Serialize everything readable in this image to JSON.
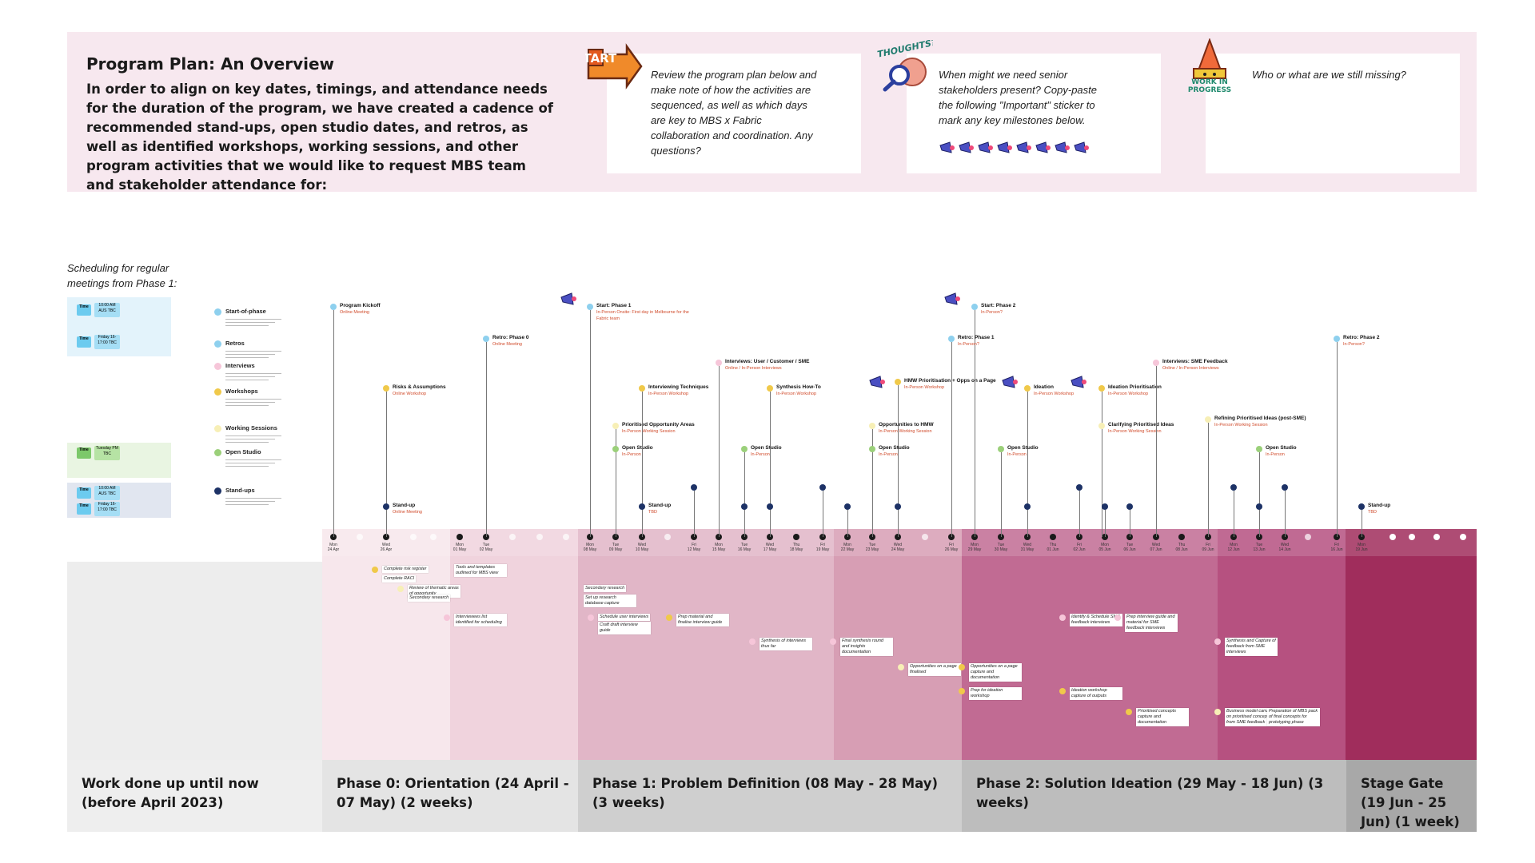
{
  "header": {
    "title": "Program Plan: An Overview",
    "intro": "In order to align on key dates, timings, and attendance needs for the duration of the program, we have created a cadence of recommended stand-ups, open studio dates, and retros, as well as identified workshops, working sessions, and other program activities that we would like to request MBS team and stakeholder attendance for:",
    "cards": [
      {
        "sticker": "start-sticker",
        "text": "Review the program plan below and make note of how the activities are sequenced, as well as which days are key to MBS x Fabric collaboration and coordination. Any questions?"
      },
      {
        "sticker": "thoughts-sticker",
        "text": "When might we need senior stakeholders present? Copy-paste the following \"Important\" sticker to mark any key milestones below."
      },
      {
        "sticker": "work-in-progress-sticker",
        "text": "Who or what are we still missing?"
      }
    ],
    "sticker_words": {
      "start": "START",
      "thoughts": "THOUGHTS?",
      "wip": "WORK IN PROGRESS"
    }
  },
  "scheduling_note": "Scheduling for regular meetings from Phase 1:",
  "legend": {
    "items": [
      {
        "label": "Start-of-phase",
        "color": "#8ed0ee"
      },
      {
        "label": "Retros",
        "color": "#8ed0ee"
      },
      {
        "label": "Interviews",
        "color": "#f6c6d9"
      },
      {
        "label": "Workshops",
        "color": "#f0c94a"
      },
      {
        "label": "Working Sessions",
        "color": "#f7efb6"
      },
      {
        "label": "Open Studio",
        "color": "#9bd07a"
      },
      {
        "label": "Stand-ups",
        "color": "#1d3266"
      }
    ],
    "chips": [
      {
        "label": "Time",
        "value": "10:00 AM AUS TBC"
      },
      {
        "label": "Time",
        "value": "Friday 16-17:00 TBC"
      },
      {
        "label": "Time",
        "value": "Tuesday PM TBC"
      },
      {
        "label": "Time",
        "value": "10:00 AM AUS TBC"
      },
      {
        "label": "Time",
        "value": "Friday 16-17:00 TBC"
      }
    ]
  },
  "timeline": {
    "days": [
      {
        "d": "Mon",
        "n": "24 Apr"
      },
      {
        "d": "Wed",
        "n": "26 Apr"
      },
      {
        "d": "Mon",
        "n": "01 May"
      },
      {
        "d": "Tue",
        "n": "02 May"
      },
      {
        "d": "Mon",
        "n": "08 May"
      },
      {
        "d": "Tue",
        "n": "09 May"
      },
      {
        "d": "Wed",
        "n": "10 May"
      },
      {
        "d": "Fri",
        "n": "12 May"
      },
      {
        "d": "Mon",
        "n": "15 May"
      },
      {
        "d": "Tue",
        "n": "16 May"
      },
      {
        "d": "Wed",
        "n": "17 May"
      },
      {
        "d": "Thu",
        "n": "18 May"
      },
      {
        "d": "Fri",
        "n": "19 May"
      },
      {
        "d": "Mon",
        "n": "22 May"
      },
      {
        "d": "Tue",
        "n": "23 May"
      },
      {
        "d": "Wed",
        "n": "24 May"
      },
      {
        "d": "Fri",
        "n": "26 May"
      },
      {
        "d": "Mon",
        "n": "29 May"
      },
      {
        "d": "Tue",
        "n": "30 May"
      },
      {
        "d": "Wed",
        "n": "31 May"
      },
      {
        "d": "Thu",
        "n": "01 Jun"
      },
      {
        "d": "Fri",
        "n": "02 Jun"
      },
      {
        "d": "Mon",
        "n": "05 Jun"
      },
      {
        "d": "Tue",
        "n": "06 Jun"
      },
      {
        "d": "Wed",
        "n": "07 Jun"
      },
      {
        "d": "Thu",
        "n": "08 Jun"
      },
      {
        "d": "Fri",
        "n": "09 Jun"
      },
      {
        "d": "Mon",
        "n": "12 Jun"
      },
      {
        "d": "Tue",
        "n": "13 Jun"
      },
      {
        "d": "Wed",
        "n": "14 Jun"
      },
      {
        "d": "Fri",
        "n": "16 Jun"
      },
      {
        "d": "Mon",
        "n": "19 Jun"
      }
    ],
    "activities": [
      {
        "t": "Program Kickoff",
        "s": "Online Meeting",
        "c": "#8ed0ee"
      },
      {
        "t": "Risks & Assumptions",
        "s": "Online Workshop",
        "c": "#f0c94a"
      },
      {
        "t": "Stand-up",
        "s": "Online Meeting",
        "c": "#1d3266"
      },
      {
        "t": "Retro: Phase 0",
        "s": "Online Meeting",
        "c": "#8ed0ee"
      },
      {
        "t": "Start: Phase 1",
        "s": "In-Person Onsite: First day in Melbourne for the Fabric team",
        "c": "#8ed0ee"
      },
      {
        "t": "Prioritised Opportunity Areas",
        "s": "In-Person Working Session",
        "c": "#f7efb6"
      },
      {
        "t": "Open Studio",
        "s": "In-Person",
        "c": "#9bd07a"
      },
      {
        "t": "Interviewing Techniques",
        "s": "In-Person Workshop",
        "c": "#f0c94a"
      },
      {
        "t": "Stand-up",
        "s": "TBD",
        "c": "#1d3266"
      },
      {
        "t": "Interviews: User / Customer / SME",
        "s": "Online / In-Person Interviews",
        "c": "#f6c6d9"
      },
      {
        "t": "Open Studio",
        "s": "In-Person",
        "c": "#9bd07a"
      },
      {
        "t": "Synthesis How-To",
        "s": "In-Person Workshop",
        "c": "#f0c94a"
      },
      {
        "t": "HMW Prioritisation + Opps on a Page",
        "s": "In-Person Workshop",
        "c": "#f0c94a"
      },
      {
        "t": "Opportunities to HMW",
        "s": "In-Person Working Session",
        "c": "#f7efb6"
      },
      {
        "t": "Open Studio",
        "s": "In-Person",
        "c": "#9bd07a"
      },
      {
        "t": "Start: Phase 2",
        "s": "In-Person?",
        "c": "#8ed0ee"
      },
      {
        "t": "Retro: Phase 1",
        "s": "In-Person?",
        "c": "#8ed0ee"
      },
      {
        "t": "Ideation",
        "s": "In-Person Workshop",
        "c": "#f0c94a"
      },
      {
        "t": "Open Studio",
        "s": "In-Person",
        "c": "#9bd07a"
      },
      {
        "t": "Ideation Prioritisation",
        "s": "In-Person Workshop",
        "c": "#f0c94a"
      },
      {
        "t": "Clarifying Prioritised Ideas",
        "s": "In-Person Working Session",
        "c": "#f7efb6"
      },
      {
        "t": "Interviews: SME Feedback",
        "s": "Online / In-Person Interviews",
        "c": "#f6c6d9"
      },
      {
        "t": "Refining Prioritised Ideas (post-SME)",
        "s": "In-Person Working Session",
        "c": "#f7efb6"
      },
      {
        "t": "Open Studio",
        "s": "In-Person",
        "c": "#9bd07a"
      },
      {
        "t": "Retro: Phase 2",
        "s": "In-Person?",
        "c": "#8ed0ee"
      },
      {
        "t": "Stand-up",
        "s": "TBD",
        "c": "#1d3266"
      }
    ],
    "notes": [
      "Complete risk register",
      "Complete RACI",
      "Tools and templates outlined for MBS view",
      "Review of thematic areas of opportunity",
      "Secondary research",
      "Interviewees list identified for scheduling",
      "Secondary research",
      "Set up research database capture",
      "Schedule user interviews",
      "Craft draft interview guide",
      "Prep material and finalise interview guide",
      "Synthesis of interviews thus far",
      "Final synthesis round and insights documentation",
      "Opportunities on a page finalised",
      "Opportunities on a page capture and documentation",
      "Prep for ideation workshop",
      "Identify & Schedule SME feedback interviews",
      "Prep interview guide and material for SME feedback interviews",
      "Ideation workshop capture of outputs",
      "Prioritised concepts capture and documentation",
      "Synthesis and Capture of feedback from SME interviews",
      "Business model canvas on prioritised concepts from SME feedback",
      "Preparation of MBS pack of final concepts for prototyping phase"
    ]
  },
  "phases": [
    {
      "label": "Work done up until now (before April 2023)",
      "bg": "#eeeeee",
      "fill": "#eeeeee"
    },
    {
      "label": "Phase 0: Orientation (24 April - 07 May) (2 weeks)",
      "bg": "#e4e4e4",
      "fill": "#f0d3dd"
    },
    {
      "label": "Phase 1: Problem Definition (08 May - 28 May) (3 weeks)",
      "bg": "#cfcfcf",
      "fill": "#d79eb4"
    },
    {
      "label": "Phase 2: Solution Ideation (29 May - 18 Jun) (3 weeks)",
      "bg": "#bdbdbd",
      "fill": "#b65180"
    },
    {
      "label": "Stage Gate (19 Jun - 25 Jun) (1 week)",
      "bg": "#a8a8a8",
      "fill": "#a02d5c"
    }
  ]
}
